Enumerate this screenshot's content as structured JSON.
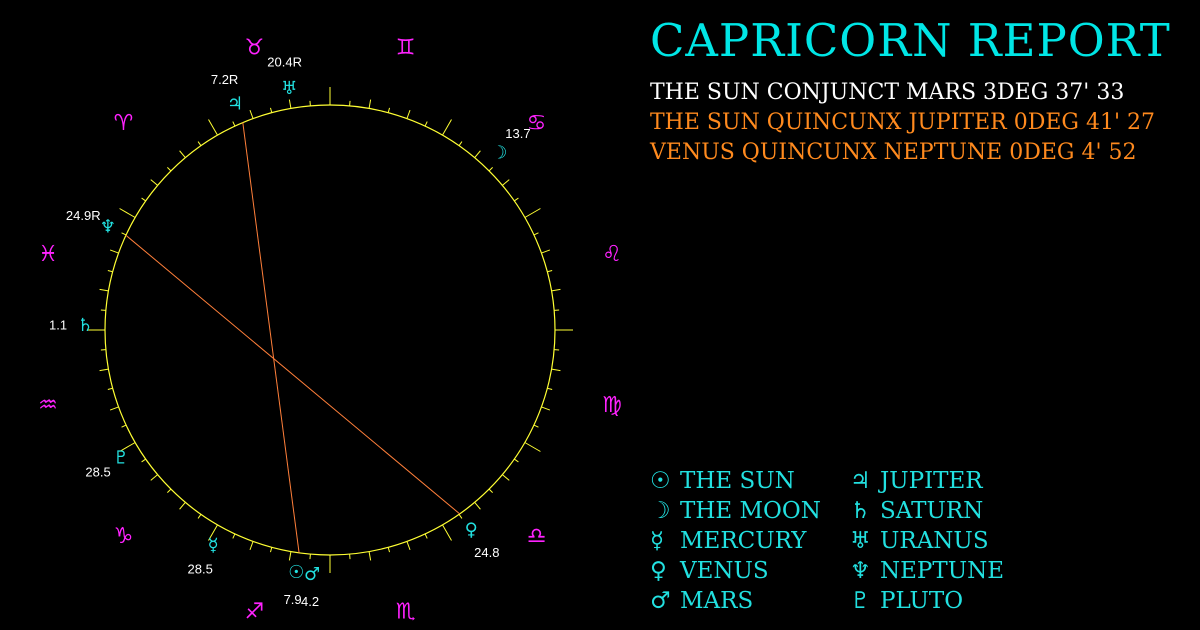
{
  "colors": {
    "background": "#000000",
    "title": "#00e6e6",
    "aspect_primary": "#ffffff",
    "aspect_secondary": "#ff8a1e",
    "ring": "#ffff33",
    "tick": "#ffff33",
    "sign": "#ff22ff",
    "planet": "#22e0e0",
    "degree": "#ffffff",
    "aspect_line": "#ff7f3a"
  },
  "report": {
    "title": "CAPRICORN REPORT",
    "aspects": [
      {
        "text": "THE SUN CONJUNCT MARS 3DEG 37' 33",
        "color": "#ffffff"
      },
      {
        "text": "THE SUN QUINCUNX JUPITER 0DEG 41' 27",
        "color": "#ff8a1e"
      },
      {
        "text": "VENUS QUINCUNX NEPTUNE 0DEG 4' 52",
        "color": "#ff8a1e"
      }
    ]
  },
  "legend": [
    {
      "glyph": "☉",
      "label": "THE SUN",
      "icon": "sun-icon"
    },
    {
      "glyph": "☽",
      "label": "THE MOON",
      "icon": "moon-icon"
    },
    {
      "glyph": "☿",
      "label": "MERCURY",
      "icon": "mercury-icon"
    },
    {
      "glyph": "♀",
      "label": "VENUS",
      "icon": "venus-icon"
    },
    {
      "glyph": "♂",
      "label": "MARS",
      "icon": "mars-icon"
    },
    {
      "glyph": "♃",
      "label": "JUPITER",
      "icon": "jupiter-icon"
    },
    {
      "glyph": "♄",
      "label": "SATURN",
      "icon": "saturn-icon"
    },
    {
      "glyph": "♅",
      "label": "URANUS",
      "icon": "uranus-icon"
    },
    {
      "glyph": "♆",
      "label": "NEPTUNE",
      "icon": "neptune-icon"
    },
    {
      "glyph": "♇",
      "label": "PLUTO",
      "icon": "pluto-icon"
    }
  ],
  "wheel": {
    "signs": [
      {
        "glyph": "♈",
        "name": "aries"
      },
      {
        "glyph": "♉",
        "name": "taurus"
      },
      {
        "glyph": "♊",
        "name": "gemini"
      },
      {
        "glyph": "♋",
        "name": "cancer"
      },
      {
        "glyph": "♌",
        "name": "leo"
      },
      {
        "glyph": "♍",
        "name": "virgo"
      },
      {
        "glyph": "♎",
        "name": "libra"
      },
      {
        "glyph": "♏",
        "name": "scorpio"
      },
      {
        "glyph": "♐",
        "name": "sagittarius"
      },
      {
        "glyph": "♑",
        "name": "capricorn"
      },
      {
        "glyph": "♒",
        "name": "aquarius"
      },
      {
        "glyph": "♓",
        "name": "pisces"
      }
    ],
    "planets": [
      {
        "name": "sun",
        "glyph": "☉",
        "sign": "sagittarius",
        "degree": 7.9,
        "label": "7.9"
      },
      {
        "name": "moon",
        "glyph": "☽",
        "sign": "cancer",
        "degree": 13.7,
        "label": "13.7"
      },
      {
        "name": "mercury",
        "glyph": "☿",
        "sign": "sagittarius",
        "degree": 28.5,
        "label": "28.5"
      },
      {
        "name": "venus",
        "glyph": "♀",
        "sign": "libra",
        "degree": 24.8,
        "label": "24.8"
      },
      {
        "name": "mars",
        "glyph": "♂",
        "sign": "sagittarius",
        "degree": 4.2,
        "label": "4.2"
      },
      {
        "name": "jupiter",
        "glyph": "♃",
        "sign": "taurus",
        "degree": 7.2,
        "label": "7.2R"
      },
      {
        "name": "saturn",
        "glyph": "♄",
        "sign": "pisces",
        "degree": 1.1,
        "label": "1.1"
      },
      {
        "name": "uranus",
        "glyph": "♅",
        "sign": "taurus",
        "degree": 20.4,
        "label": "20.4R"
      },
      {
        "name": "neptune",
        "glyph": "♆",
        "sign": "pisces",
        "degree": 24.9,
        "label": "24.9R"
      },
      {
        "name": "pluto",
        "glyph": "♇",
        "sign": "capricorn",
        "degree": 28.5,
        "label": "28.5"
      }
    ],
    "aspect_lines": [
      {
        "from": "sun",
        "to": "jupiter",
        "color": "#ff7f3a"
      },
      {
        "from": "venus",
        "to": "neptune",
        "color": "#ff7f3a"
      }
    ]
  }
}
